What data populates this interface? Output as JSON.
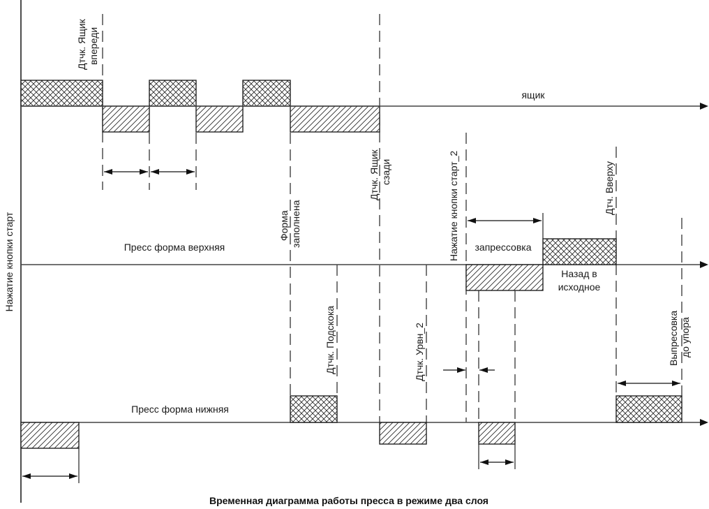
{
  "title": "Временная диаграмма работы пресса в режиме два слоя",
  "y_axis_label": "Нажатие кнопки старт",
  "tracks": {
    "box": {
      "label": "ящик"
    },
    "upper": {
      "label": "Пресс форма верхняя"
    },
    "lower": {
      "label": "Пресс форма нижняя"
    }
  },
  "markers": {
    "box_front": [
      "Дтчк. Ящик",
      "впереди"
    ],
    "form_filled": [
      "Форма",
      "заполнена"
    ],
    "box_back": [
      "Дтчк. Ящик",
      "сзади"
    ],
    "bounce": "Дтчк. Подскока",
    "level2": "Дтчк. Урвн_2",
    "start2": "Нажатие кнопки старт_2",
    "top": "Дтч. Вверху",
    "eject": [
      "Выпресовка",
      "до упора"
    ]
  },
  "phases": {
    "pressing": "запрессовка",
    "return": [
      "Назад в",
      "исходное"
    ]
  },
  "chart_data": {
    "type": "timing",
    "title": "Временная диаграмма работы пресса в режиме два слоя",
    "ylabel": "Нажатие кнопки старт",
    "xlabel": "",
    "signals": [
      {
        "name": "ящик",
        "segments": [
          {
            "start": 0,
            "end": 117,
            "state": "high"
          },
          {
            "start": 117,
            "end": 184,
            "state": "low"
          },
          {
            "start": 184,
            "end": 251,
            "state": "high"
          },
          {
            "start": 251,
            "end": 318,
            "state": "low"
          },
          {
            "start": 318,
            "end": 386,
            "state": "high"
          },
          {
            "start": 386,
            "end": 514,
            "state": "low"
          }
        ]
      },
      {
        "name": "Пресс форма верхняя",
        "segments": [
          {
            "start": 638,
            "end": 748,
            "state": "low",
            "label": "запрессовка"
          },
          {
            "start": 748,
            "end": 853,
            "state": "high",
            "label": "Назад в исходное"
          }
        ]
      },
      {
        "name": "Пресс форма нижняя",
        "segments": [
          {
            "start": 0,
            "end": 83,
            "state": "low"
          },
          {
            "start": 386,
            "end": 453,
            "state": "high"
          },
          {
            "start": 514,
            "end": 581,
            "state": "low"
          },
          {
            "start": 656,
            "end": 708,
            "state": "low"
          },
          {
            "start": 853,
            "end": 947,
            "state": "high"
          }
        ]
      }
    ],
    "events": [
      {
        "t": 117,
        "label": "Дтчк. Ящик впереди"
      },
      {
        "t": 386,
        "label": "Форма заполнена"
      },
      {
        "t": 453,
        "label": "Дтчк. Подскока"
      },
      {
        "t": 514,
        "label": "Дтчк. Ящик сзади"
      },
      {
        "t": 581,
        "label": "Дтчк. Урвн_2"
      },
      {
        "t": 638,
        "label": "Нажатие кнопки старт_2"
      },
      {
        "t": 853,
        "label": "Дтч. Вверху"
      },
      {
        "t": 947,
        "label": "Выпресовка до упора"
      }
    ]
  }
}
